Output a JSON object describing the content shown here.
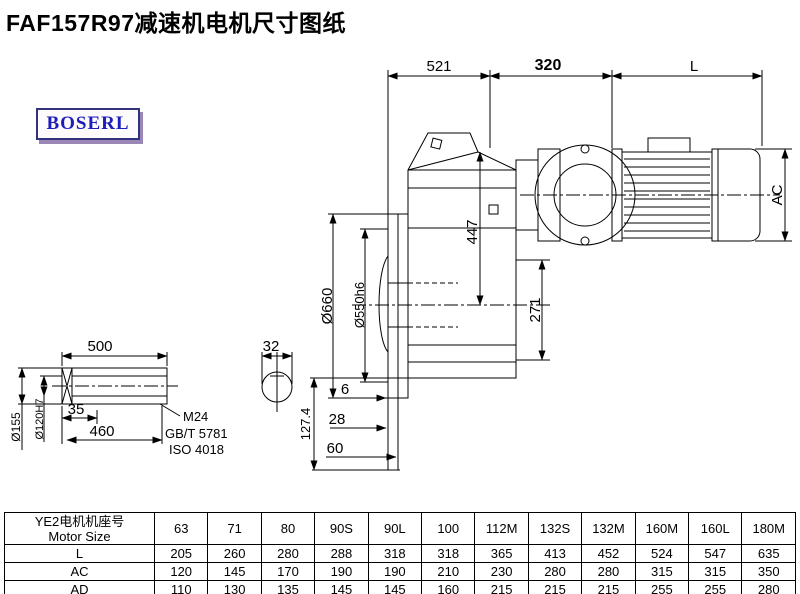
{
  "page": {
    "title": "FAF157R97减速机电机尺寸图纸",
    "brand": "BOSERL"
  },
  "drawing": {
    "dim_521": "521",
    "dim_320": "320",
    "dim_L": "L",
    "dim_AC": "AC",
    "dim_447": "447",
    "dim_271": "271",
    "dim_dia660": "Ø660",
    "dim_dia550": "Ø550h6",
    "dim_500": "500",
    "dim_35": "35",
    "dim_460": "460",
    "dim_dia155": "Ø155",
    "dim_dia120": "Ø120H7",
    "note_m24": "M24",
    "note_gbt": "GB/T 5781",
    "note_iso": "ISO 4018",
    "dim_32": "32",
    "dim_6": "6",
    "dim_28": "28",
    "dim_60": "60",
    "dim_127_4": "127.4"
  },
  "table": {
    "header_cn": "YE2电机机座号",
    "header_en": "Motor Size",
    "sizes": [
      "63",
      "71",
      "80",
      "90S",
      "90L",
      "100",
      "112M",
      "132S",
      "132M",
      "160M",
      "160L",
      "180M"
    ],
    "rows": [
      {
        "label": "L",
        "values": [
          "205",
          "260",
          "280",
          "288",
          "318",
          "318",
          "365",
          "413",
          "452",
          "524",
          "547",
          "635"
        ]
      },
      {
        "label": "AC",
        "values": [
          "120",
          "145",
          "170",
          "190",
          "190",
          "210",
          "230",
          "280",
          "280",
          "315",
          "315",
          "350"
        ]
      },
      {
        "label": "AD",
        "values": [
          "110",
          "130",
          "135",
          "145",
          "145",
          "160",
          "215",
          "215",
          "215",
          "255",
          "255",
          "280"
        ]
      }
    ]
  }
}
